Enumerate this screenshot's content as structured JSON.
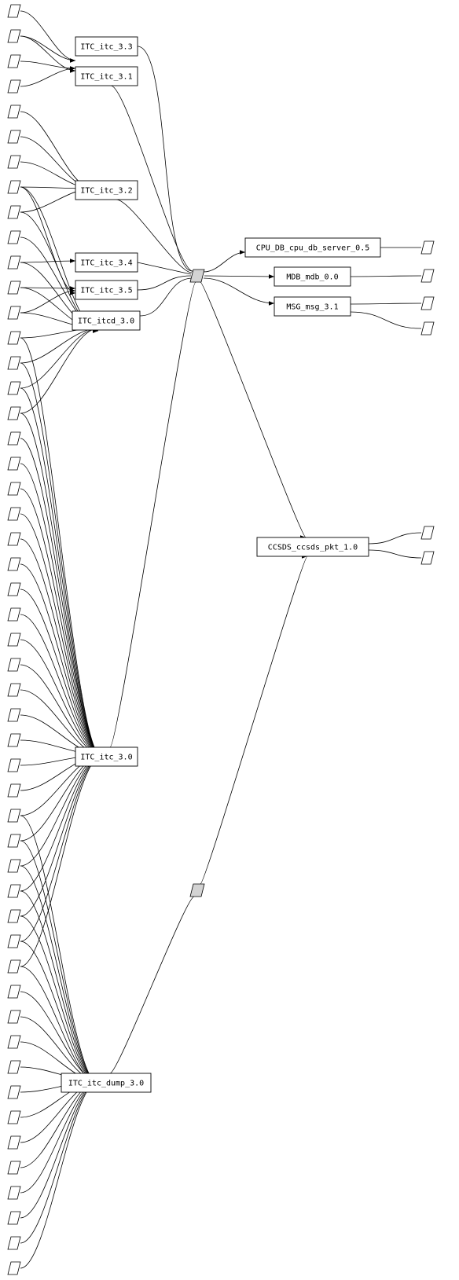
{
  "nodes": [
    {
      "id": "itc33",
      "label": "ITC_itc_3.3"
    },
    {
      "id": "itc31",
      "label": "ITC_itc_3.1"
    },
    {
      "id": "itc32",
      "label": "ITC_itc_3.2"
    },
    {
      "id": "itc34",
      "label": "ITC_itc_3.4"
    },
    {
      "id": "itc35",
      "label": "ITC_itc_3.5"
    },
    {
      "id": "itcd30",
      "label": "ITC_itcd_3.0"
    },
    {
      "id": "itc30",
      "label": "ITC_itc_3.0"
    },
    {
      "id": "dump30",
      "label": "ITC_itc_dump_3.0"
    },
    {
      "id": "cpudb",
      "label": "CPU_DB_cpu_db_server_0.5"
    },
    {
      "id": "mdb",
      "label": "MDB_mdb_0.0"
    },
    {
      "id": "msg",
      "label": "MSG_msg_3.1"
    },
    {
      "id": "ccsds",
      "label": "CCSDS_ccsds_pkt_1.0"
    }
  ],
  "colors": {
    "hub_fill": "#d3d3d3",
    "stroke": "#000000",
    "node_fill": "#ffffff"
  }
}
